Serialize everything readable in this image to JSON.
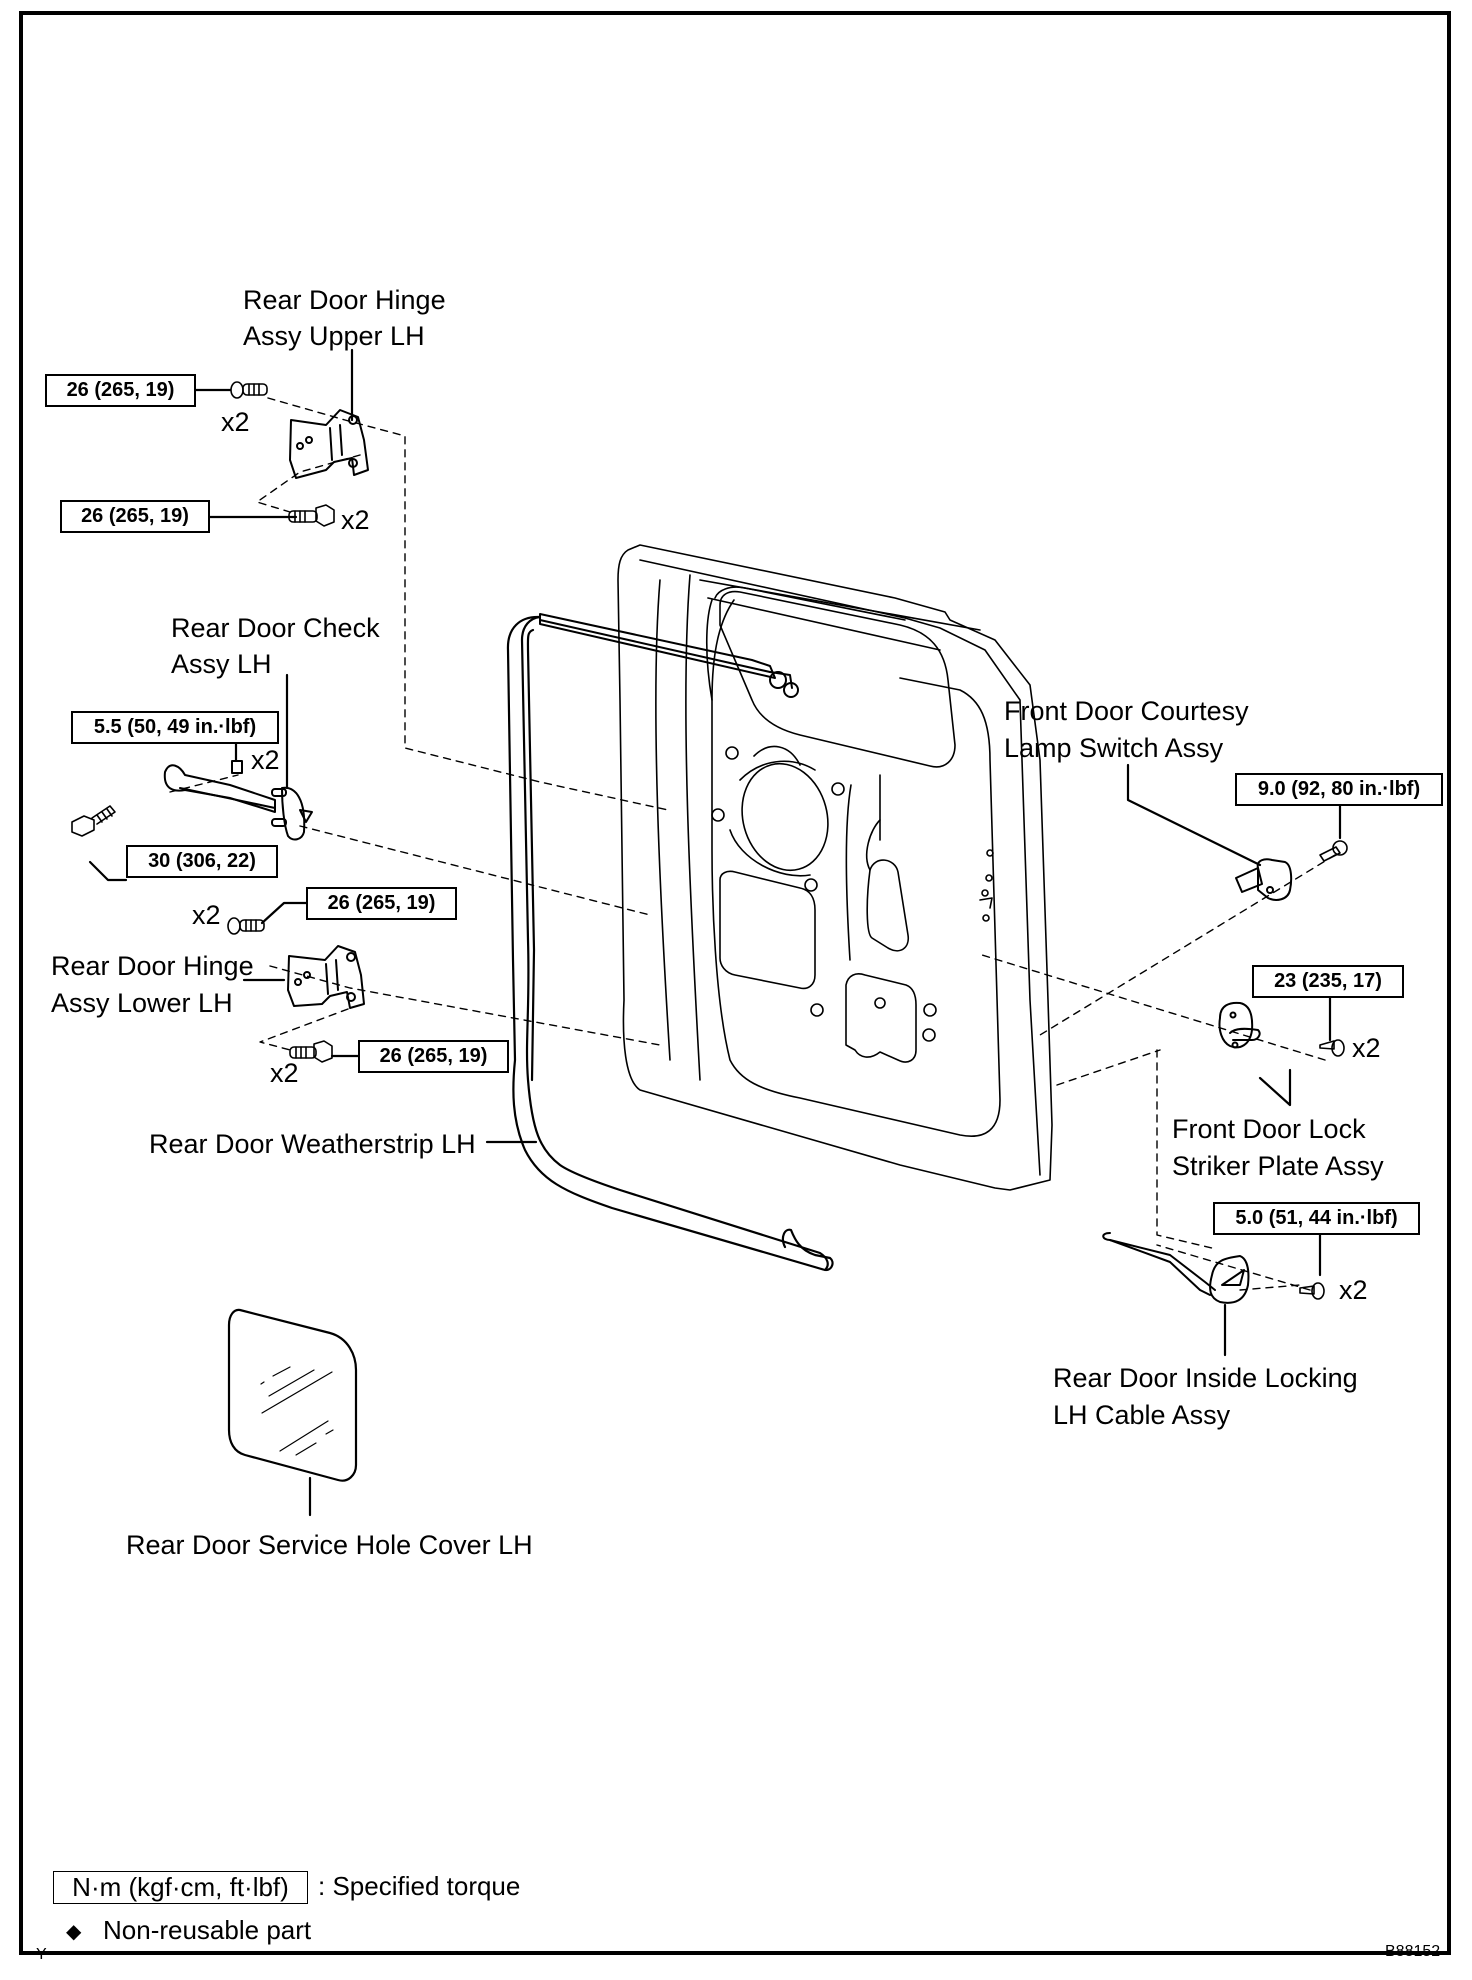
{
  "diagram": {
    "figure_id": "B88152",
    "corner_mark": "Y",
    "parts": {
      "hinge_upper": {
        "line1": "Rear Door Hinge",
        "line2": "Assy Upper LH"
      },
      "check": {
        "line1": "Rear Door Check",
        "line2": "Assy LH"
      },
      "hinge_lower": {
        "line1": "Rear Door Hinge",
        "line2": "Assy Lower LH"
      },
      "weatherstrip": {
        "label": "Rear Door Weatherstrip LH"
      },
      "service_cover": {
        "label": "Rear Door Service Hole Cover LH"
      },
      "courtesy_switch": {
        "line1": "Front Door Courtesy",
        "line2": "Lamp Switch Assy"
      },
      "striker": {
        "line1": "Front Door Lock",
        "line2": "Striker Plate Assy"
      },
      "lock_cable": {
        "line1": "Rear Door Inside Locking",
        "line2": "LH Cable Assy"
      }
    },
    "torques": {
      "hinge_upper_1": {
        "value": "26 (265, 19)",
        "qty": "x2"
      },
      "hinge_upper_2": {
        "value": "26 (265, 19)",
        "qty": "x2"
      },
      "check_small": {
        "value": "5.5 (50, 49 in.·lbf)",
        "qty": "x2"
      },
      "check_bolt": {
        "value": "30 (306, 22)"
      },
      "hinge_lower_1": {
        "value": "26 (265, 19)",
        "qty": "x2"
      },
      "hinge_lower_2": {
        "value": "26 (265, 19)",
        "qty": "x2"
      },
      "courtesy_switch": {
        "value": "9.0 (92, 80 in.·lbf)"
      },
      "striker": {
        "value": "23 (235, 17)",
        "qty": "x2"
      },
      "lock_cable": {
        "value": "5.0 (51, 44 in.·lbf)",
        "qty": "x2"
      }
    },
    "legend": {
      "torque_unit": "N·m (kgf·cm, ft·lbf)",
      "torque_desc": ": Specified torque",
      "nonreusable_symbol": "◆",
      "nonreusable_desc": "Non-reusable part"
    }
  }
}
